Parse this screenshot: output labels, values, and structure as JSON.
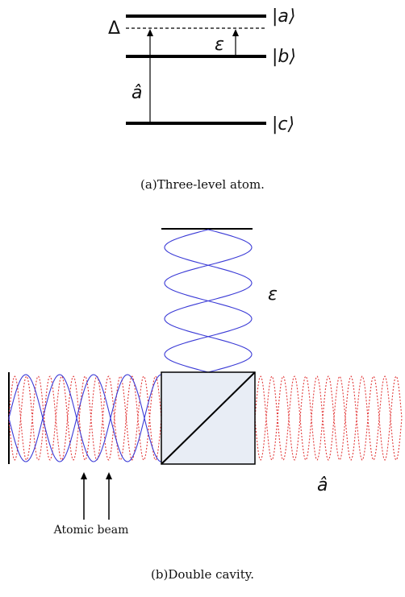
{
  "panel_a": {
    "levels": [
      "|a⟩",
      "|b⟩",
      "|c⟩"
    ],
    "detuning": "Δ",
    "drive_label": "ε",
    "cavity_label": "â",
    "caption": "(a)Three-level atom."
  },
  "panel_b": {
    "drive_label": "ε",
    "cavity_label": "â",
    "beam_label": "Atomic beam",
    "caption": "(b)Double cavity."
  },
  "colors": {
    "drive_mode": "#3a3ad6",
    "cavity_mode": "#e23a3a",
    "splitter_fill": "#e8edf5"
  }
}
